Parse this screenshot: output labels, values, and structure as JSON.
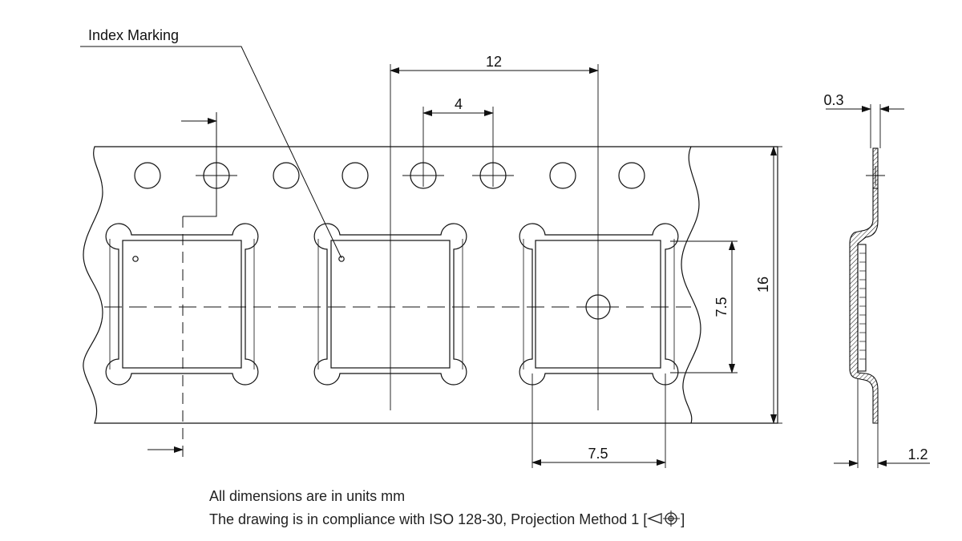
{
  "diagram": {
    "callout": "Index Marking",
    "dimensions": {
      "pitch_12": "12",
      "hole_pitch_4": "4",
      "tape_width_16": "16",
      "pocket_height_7_5": "7.5",
      "pocket_width_7_5": "7.5",
      "thickness_0_3": "0.3",
      "depth_1_2": "1.2"
    }
  },
  "notes": {
    "units": "All dimensions are in units mm",
    "compliance_prefix": "The drawing is in compliance with ISO 128-30, Projection Method 1 [",
    "compliance_suffix": "]"
  },
  "icons": [
    "projection-method-1-icon"
  ]
}
